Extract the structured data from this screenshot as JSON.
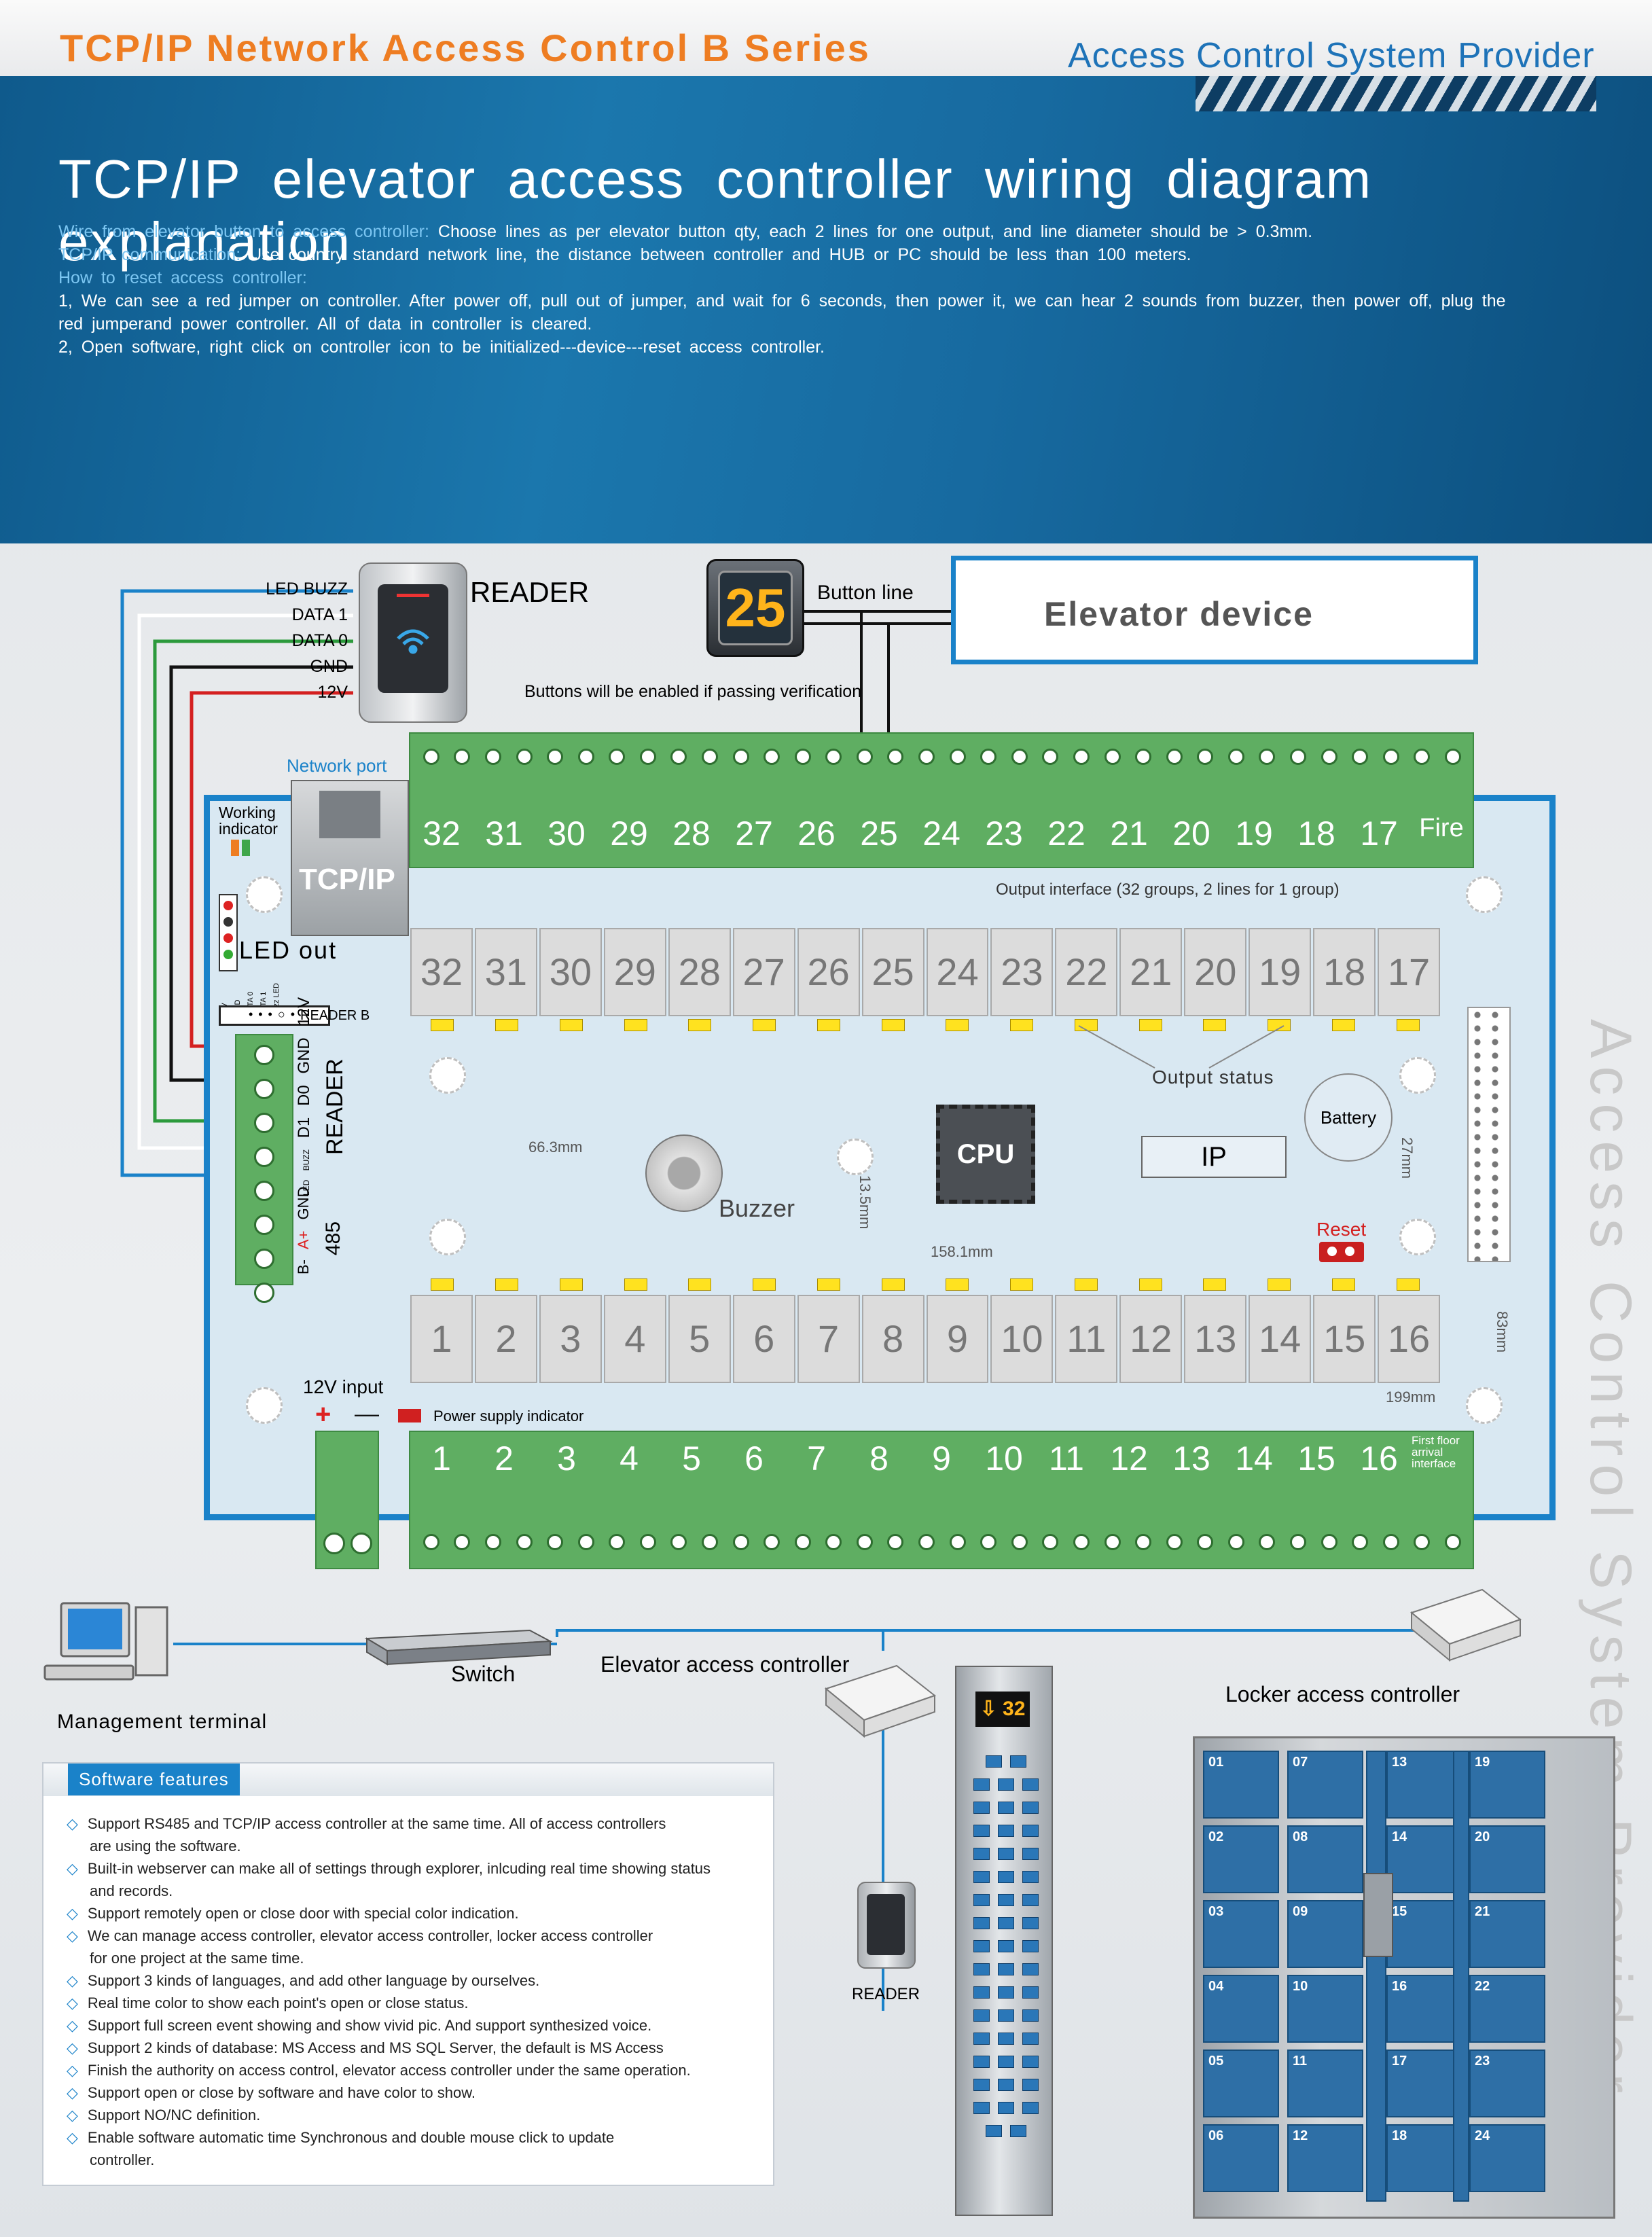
{
  "header": {
    "series": "TCP/IP Network Access Control  B  Series",
    "provider": "Access Control System Provider",
    "title": "TCP/IP elevator access controller wiring diagram explanation"
  },
  "description": {
    "line1_label": "Wire from elevator button to access controller:",
    "line1_text": " Choose lines as per elevator button qty, each 2 lines for one output, and line diameter should be > 0.3mm.",
    "line2_label": "TCP/IP communication:",
    "line2_text": " Use country standard network line, the distance between controller and HUB or PC should be less than 100 meters.",
    "line3_label": "How to reset access controller:",
    "line4": "1, We can see a red jumper on controller. After power off, pull out of jumper, and wait for 6 seconds,  then power it, we can hear 2 sounds from buzzer, then power off, plug the",
    "line5": " red jumperand power controller. All of data in controller is cleared.",
    "line6": "2, Open software, right click on controller icon to be initialized---device---reset access controller."
  },
  "reader_top": {
    "label": "READER",
    "wires": [
      "LED BUZZ",
      "DATA 1",
      "DATA 0",
      "GND",
      "12V"
    ]
  },
  "button_badge": "25",
  "button_line": "Button line",
  "elevator_device": "Elevator device",
  "buttons_note": "Buttons will be enabled if passing verification",
  "board": {
    "network_port": "Network port",
    "working_indicator": "Working indicator",
    "tcpip": "TCP/IP",
    "led_out": "LED out",
    "reader_b": "READER B",
    "reader_b_pins": [
      "12V",
      "GND",
      "DATA 0",
      "DATA 1",
      "Buzz LED"
    ],
    "reader_label": "READER",
    "reader_pins": [
      "12V",
      "GND",
      "D0",
      "D1",
      "LED BUZZ"
    ],
    "rs485_label": "485",
    "rs485_pins": [
      "GND",
      "A+",
      "B-"
    ],
    "top_terminals": [
      "32",
      "31",
      "30",
      "29",
      "28",
      "27",
      "26",
      "25",
      "24",
      "23",
      "22",
      "21",
      "20",
      "19",
      "18",
      "17",
      "Fire"
    ],
    "output_interface": "Output interface (32 groups, 2 lines for 1 group)",
    "upper_boxes": [
      "32",
      "31",
      "30",
      "29",
      "28",
      "27",
      "26",
      "25",
      "24",
      "23",
      "22",
      "21",
      "20",
      "19",
      "18",
      "17"
    ],
    "output_status": "Output status",
    "battery": "Battery",
    "cpu": "CPU",
    "ip": "IP",
    "buzzer": "Buzzer",
    "reset": "Reset",
    "dim_66": "66.3mm",
    "dim_135": "13.5mm",
    "dim_1581": "158.1mm",
    "dim_27": "27mm",
    "dim_83": "83mm",
    "dim_199": "199mm",
    "lower_boxes": [
      "1",
      "2",
      "3",
      "4",
      "5",
      "6",
      "7",
      "8",
      "9",
      "10",
      "11",
      "12",
      "13",
      "14",
      "15",
      "16"
    ],
    "power_input": "12V input",
    "plus": "+",
    "minus": "—",
    "power_indicator": "Power supply indicator",
    "bottom_terminals": [
      "1",
      "2",
      "3",
      "4",
      "5",
      "6",
      "7",
      "8",
      "9",
      "10",
      "11",
      "12",
      "13",
      "14",
      "15",
      "16"
    ],
    "first_floor": "First floor arrival interface"
  },
  "side_text": "Access Control System Provider",
  "network": {
    "management": "Management terminal",
    "switch": "Switch",
    "elevator_controller": "Elevator access controller",
    "locker_controller": "Locker access controller",
    "reader": "READER",
    "floor_display": "32"
  },
  "features": {
    "title": "Software features",
    "items": [
      "Support RS485 and TCP/IP access controller at the same time. All of access controllers",
      "are using the software.",
      "Built-in webserver can make all of settings through explorer, inlcuding real time showing status",
      "and records.",
      "Support remotely open or close door with special color indication.",
      "We can manage access controller, elevator access controller, locker access controller",
      "for one project at the same time.",
      "Support 3 kinds of languages, and add other language by ourselves.",
      "Real time color to show each point's open or close status.",
      "Support full screen event showing and show vivid pic. And support synthesized voice.",
      "Support 2 kinds of database: MS Access and MS SQL Server, the default is MS Access",
      "Finish the authority on access control, elevator access controller under the same operation.",
      "Support open or close by software and have color to show.",
      "Support NO/NC definition.",
      "Enable software automatic time  Synchronous and double mouse click to update",
      "controller."
    ]
  },
  "lockers": [
    "01",
    "02",
    "03",
    "04",
    "05",
    "06",
    "07",
    "08",
    "09",
    "10",
    "11",
    "12",
    "13",
    "14",
    "15",
    "16",
    "17",
    "18",
    "19",
    "20",
    "21",
    "22",
    "23",
    "24"
  ],
  "colors": {
    "accent_orange": "#ee7d22",
    "accent_blue": "#1a82c9",
    "terminal_green": "#5fae62"
  }
}
